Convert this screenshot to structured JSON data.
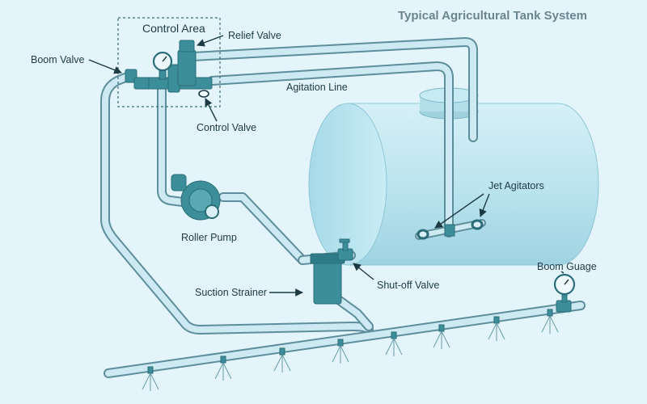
{
  "diagram": {
    "title": "Typical Agricultural Tank System",
    "area_title": "Control Area",
    "labels": {
      "relief_valve": "Relief Valve",
      "boom_valve": "Boom Valve",
      "agitation_line": "Agitation Line",
      "control_valve": "Control Valve",
      "jet_agitators": "Jet Agitators",
      "roller_pump": "Roller Pump",
      "suction_strainer": "Suction Strainer",
      "shutoff_valve": "Shut-off Valve",
      "boom_gauge": "Boom Guage"
    }
  },
  "colors": {
    "background": "#e3f4fb",
    "pipe_outline": "#5e8e9b",
    "pipe_fill": "#cde9f1",
    "fitting": "#3d8e9b",
    "tank": "#b8e3ef",
    "label_text": "#1d3a44",
    "title_text": "#6b858f"
  }
}
